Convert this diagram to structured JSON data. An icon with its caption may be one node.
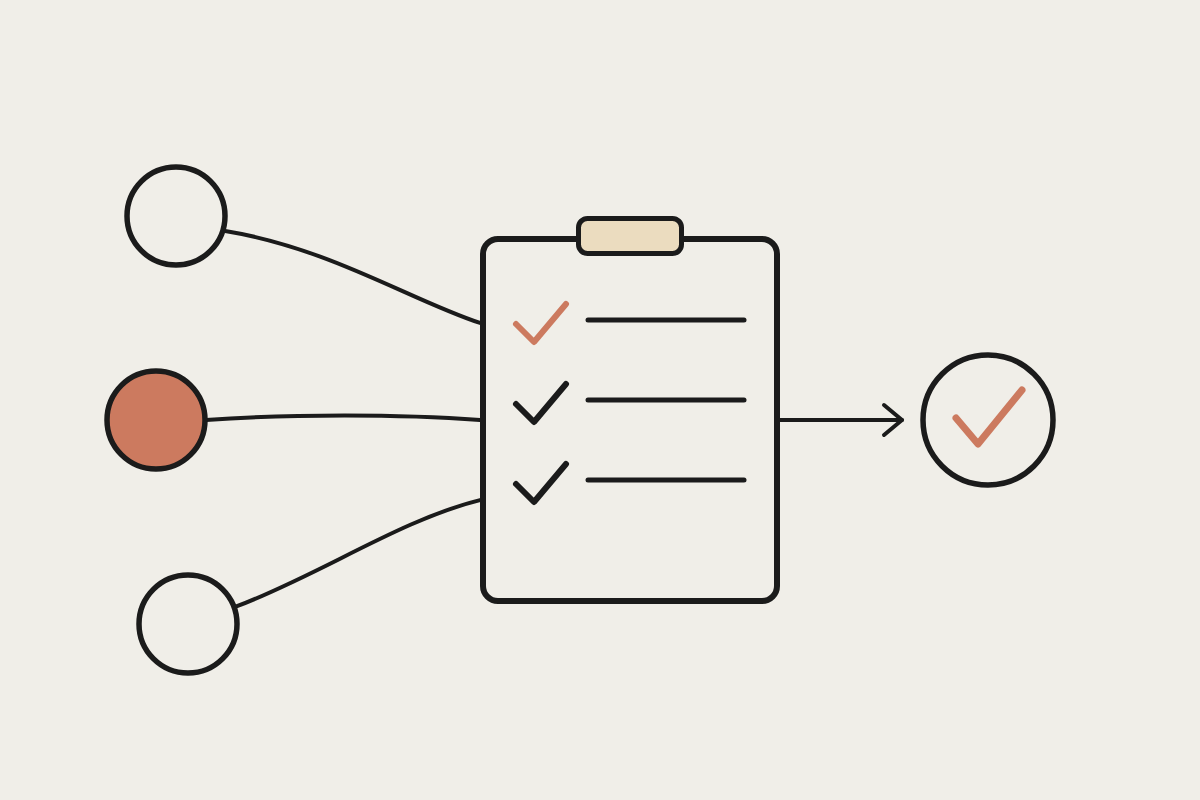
{
  "diagram": {
    "nodes": [
      {
        "text": [],
        "shape": "circle"
      },
      {
        "text": [],
        "shape": "circle"
      },
      {
        "text": [],
        "shape": "circle"
      },
      {
        "text": [],
        "shape": "picture"
      },
      {
        "text": [],
        "shape": "circle"
      }
    ],
    "edges": [
      {
        "from": 0,
        "to": 3,
        "arrow": "none"
      },
      {
        "from": 1,
        "to": 3,
        "arrow": "none"
      },
      {
        "from": 2,
        "to": 3,
        "arrow": "none"
      },
      {
        "from": 3,
        "to": 4,
        "arrow": "to"
      }
    ]
  }
}
